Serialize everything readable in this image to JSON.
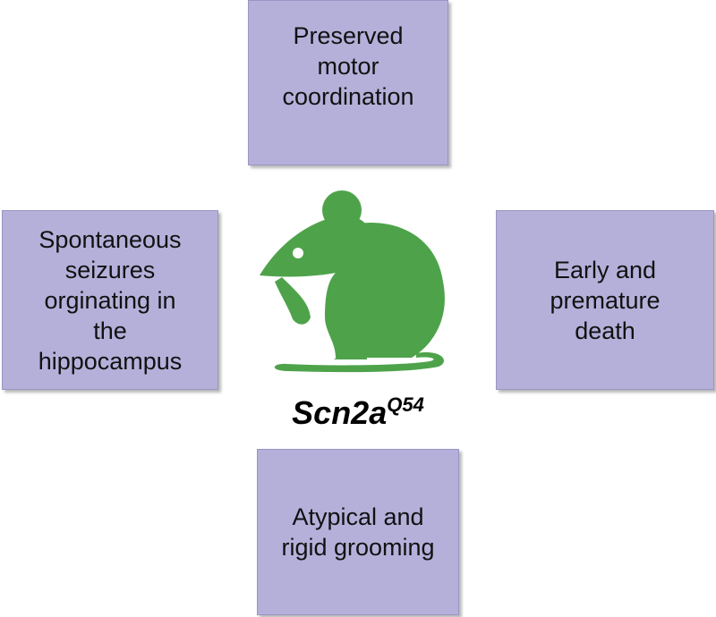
{
  "boxes": {
    "top": "Preserved\nmotor\ncoordination",
    "left": "Spontaneous\nseizures\norginating in\nthe\nhippocampus",
    "right": "Early and\npremature\ndeath",
    "bottom": "Atypical and\nrigid grooming"
  },
  "center": {
    "icon": "mouse-icon",
    "label_main": "Scn2a",
    "label_sup": "Q54"
  },
  "colors": {
    "box_fill": "#b5b0da",
    "mouse": "#4ea34a",
    "text": "#111111"
  }
}
